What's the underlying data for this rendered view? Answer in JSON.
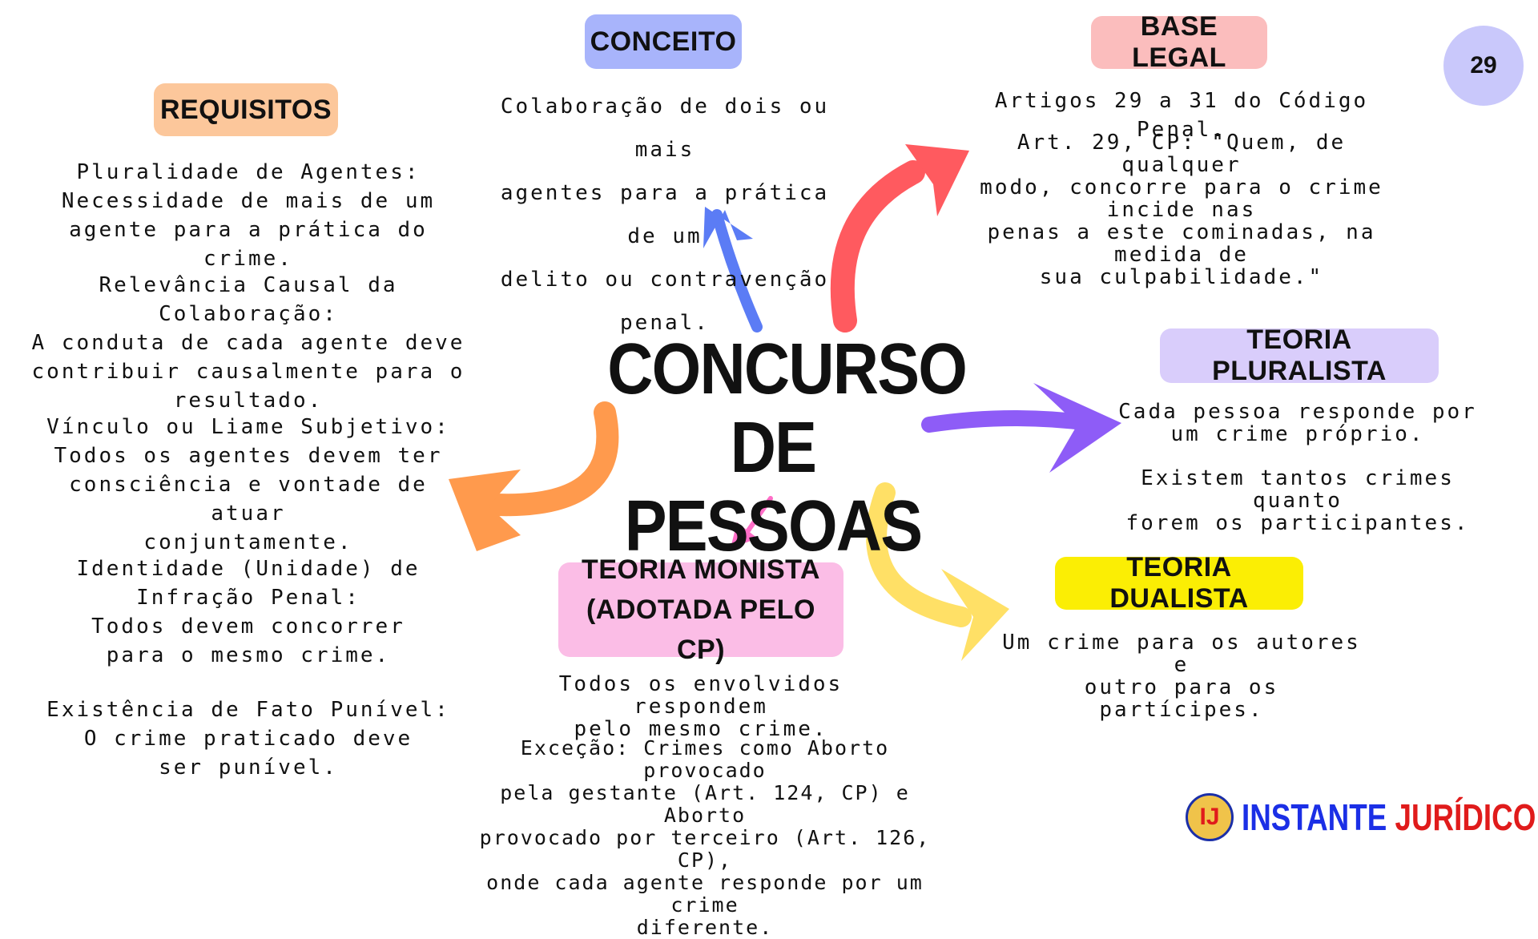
{
  "page_number": "29",
  "center_title": "CONCURSO DE\nPESSOAS",
  "nodes": {
    "conceito": {
      "label": "CONCEITO",
      "text": "Colaboração de dois ou mais\nagentes para a prática de um\ndelito ou contravenção penal."
    },
    "base_legal": {
      "label": "BASE LEGAL",
      "text1": "Artigos 29 a 31 do Código Penal.",
      "text2": "Art. 29, CP: \"Quem, de qualquer\nmodo, concorre para o crime incide nas\npenas a este cominadas, na medida de\nsua culpabilidade.\""
    },
    "requisitos": {
      "label": "REQUISITOS",
      "items": [
        "Pluralidade de Agentes:\nNecessidade de mais de um\nagente para a prática do crime.",
        "Relevância Causal da Colaboração:\nA conduta de cada agente deve\ncontribuir causalmente para o\nresultado.",
        "Vínculo ou Liame Subjetivo:\nTodos os agentes devem ter\nconsciência e vontade de atuar\nconjuntamente.",
        "Identidade (Unidade) de\nInfração Penal:\nTodos devem concorrer\npara o mesmo crime.",
        "Existência de Fato Punível:\nO crime praticado deve\nser punível."
      ]
    },
    "teoria_pluralista": {
      "label": "TEORIA PLURALISTA",
      "text1": "Cada pessoa responde por\num crime próprio.",
      "text2": "Existem tantos crimes quanto\nforem os participantes."
    },
    "teoria_dualista": {
      "label": "TEORIA DUALISTA",
      "text": "Um crime para os autores e\noutro para os partícipes."
    },
    "teoria_monista": {
      "label_line1": "TEORIA MONISTA",
      "label_line2": "(ADOTADA PELO CP)",
      "text1": "Todos os envolvidos respondem\npelo mesmo crime.",
      "text2": "Exceção: Crimes como Aborto provocado\npela gestante (Art. 124, CP) e Aborto\nprovocado por terceiro (Art. 126, CP),\nonde cada agente responde por um crime\ndiferente."
    }
  },
  "brand": {
    "logo": "IJ",
    "word1": "INSTANTE",
    "word2": "JURÍDICO"
  },
  "colors": {
    "conceito": "#a8b4fb",
    "base_legal": "#fbbdbd",
    "requisitos": "#fcc79b",
    "pluralista": "#d9cdfb",
    "dualista": "#fbee04",
    "monista": "#fbbde6",
    "arrow_blue": "#5b7cf5",
    "arrow_red": "#ff5a5f",
    "arrow_orange": "#ff9a4d",
    "arrow_purple": "#8e5cf7",
    "arrow_yellow": "#ffe066",
    "arrow_pink": "#ff6ec7"
  }
}
